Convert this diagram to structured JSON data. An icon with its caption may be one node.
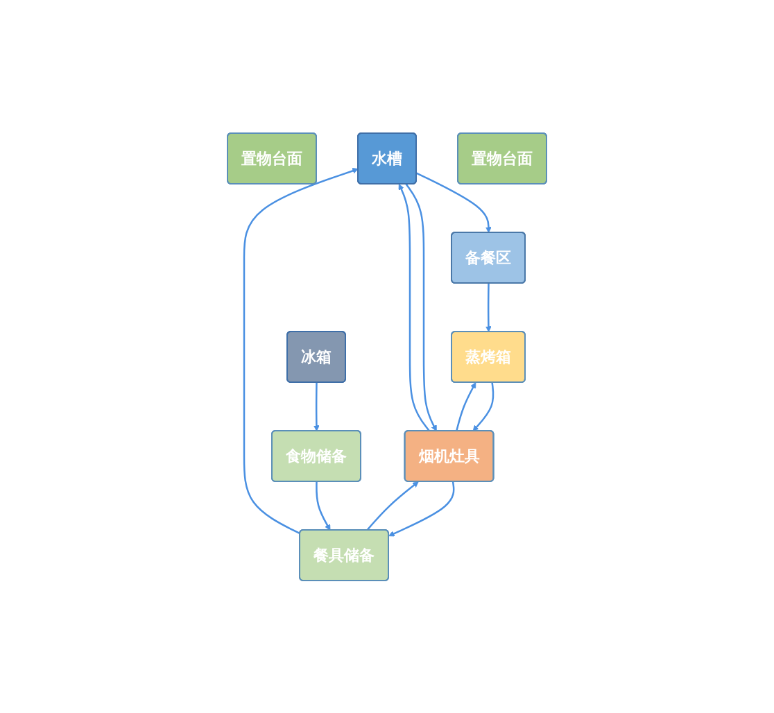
{
  "diagram": {
    "nodes": [
      {
        "text": [
          "置物台面"
        ]
      },
      {
        "text": [
          "水槽"
        ]
      },
      {
        "text": [
          "置物台面"
        ]
      },
      {
        "text": [
          "餐具储备"
        ]
      },
      {
        "text": [
          "烟机灶具"
        ]
      },
      {
        "text": [
          "蒸烤箱"
        ]
      },
      {
        "text": [
          "备餐区"
        ]
      },
      {
        "text": [
          "食物储备"
        ]
      },
      {
        "text": [
          "冰箱"
        ]
      }
    ],
    "edges": [
      {
        "from": 8,
        "to": 7,
        "arrow": "to"
      },
      {
        "from": 7,
        "to": 3,
        "arrow": "to"
      },
      {
        "from": 3,
        "to": 1,
        "arrow": "to"
      },
      {
        "from": 1,
        "to": 6,
        "arrow": "to"
      },
      {
        "from": 4,
        "to": 1,
        "arrow": "to"
      },
      {
        "from": 1,
        "to": 4,
        "arrow": "to"
      },
      {
        "from": 3,
        "to": 4,
        "arrow": "to"
      },
      {
        "from": 4,
        "to": 3,
        "arrow": "to"
      },
      {
        "from": 5,
        "to": 4,
        "arrow": "to"
      },
      {
        "from": 4,
        "to": 5,
        "arrow": "to"
      },
      {
        "from": 6,
        "to": 5,
        "arrow": "to"
      }
    ]
  }
}
